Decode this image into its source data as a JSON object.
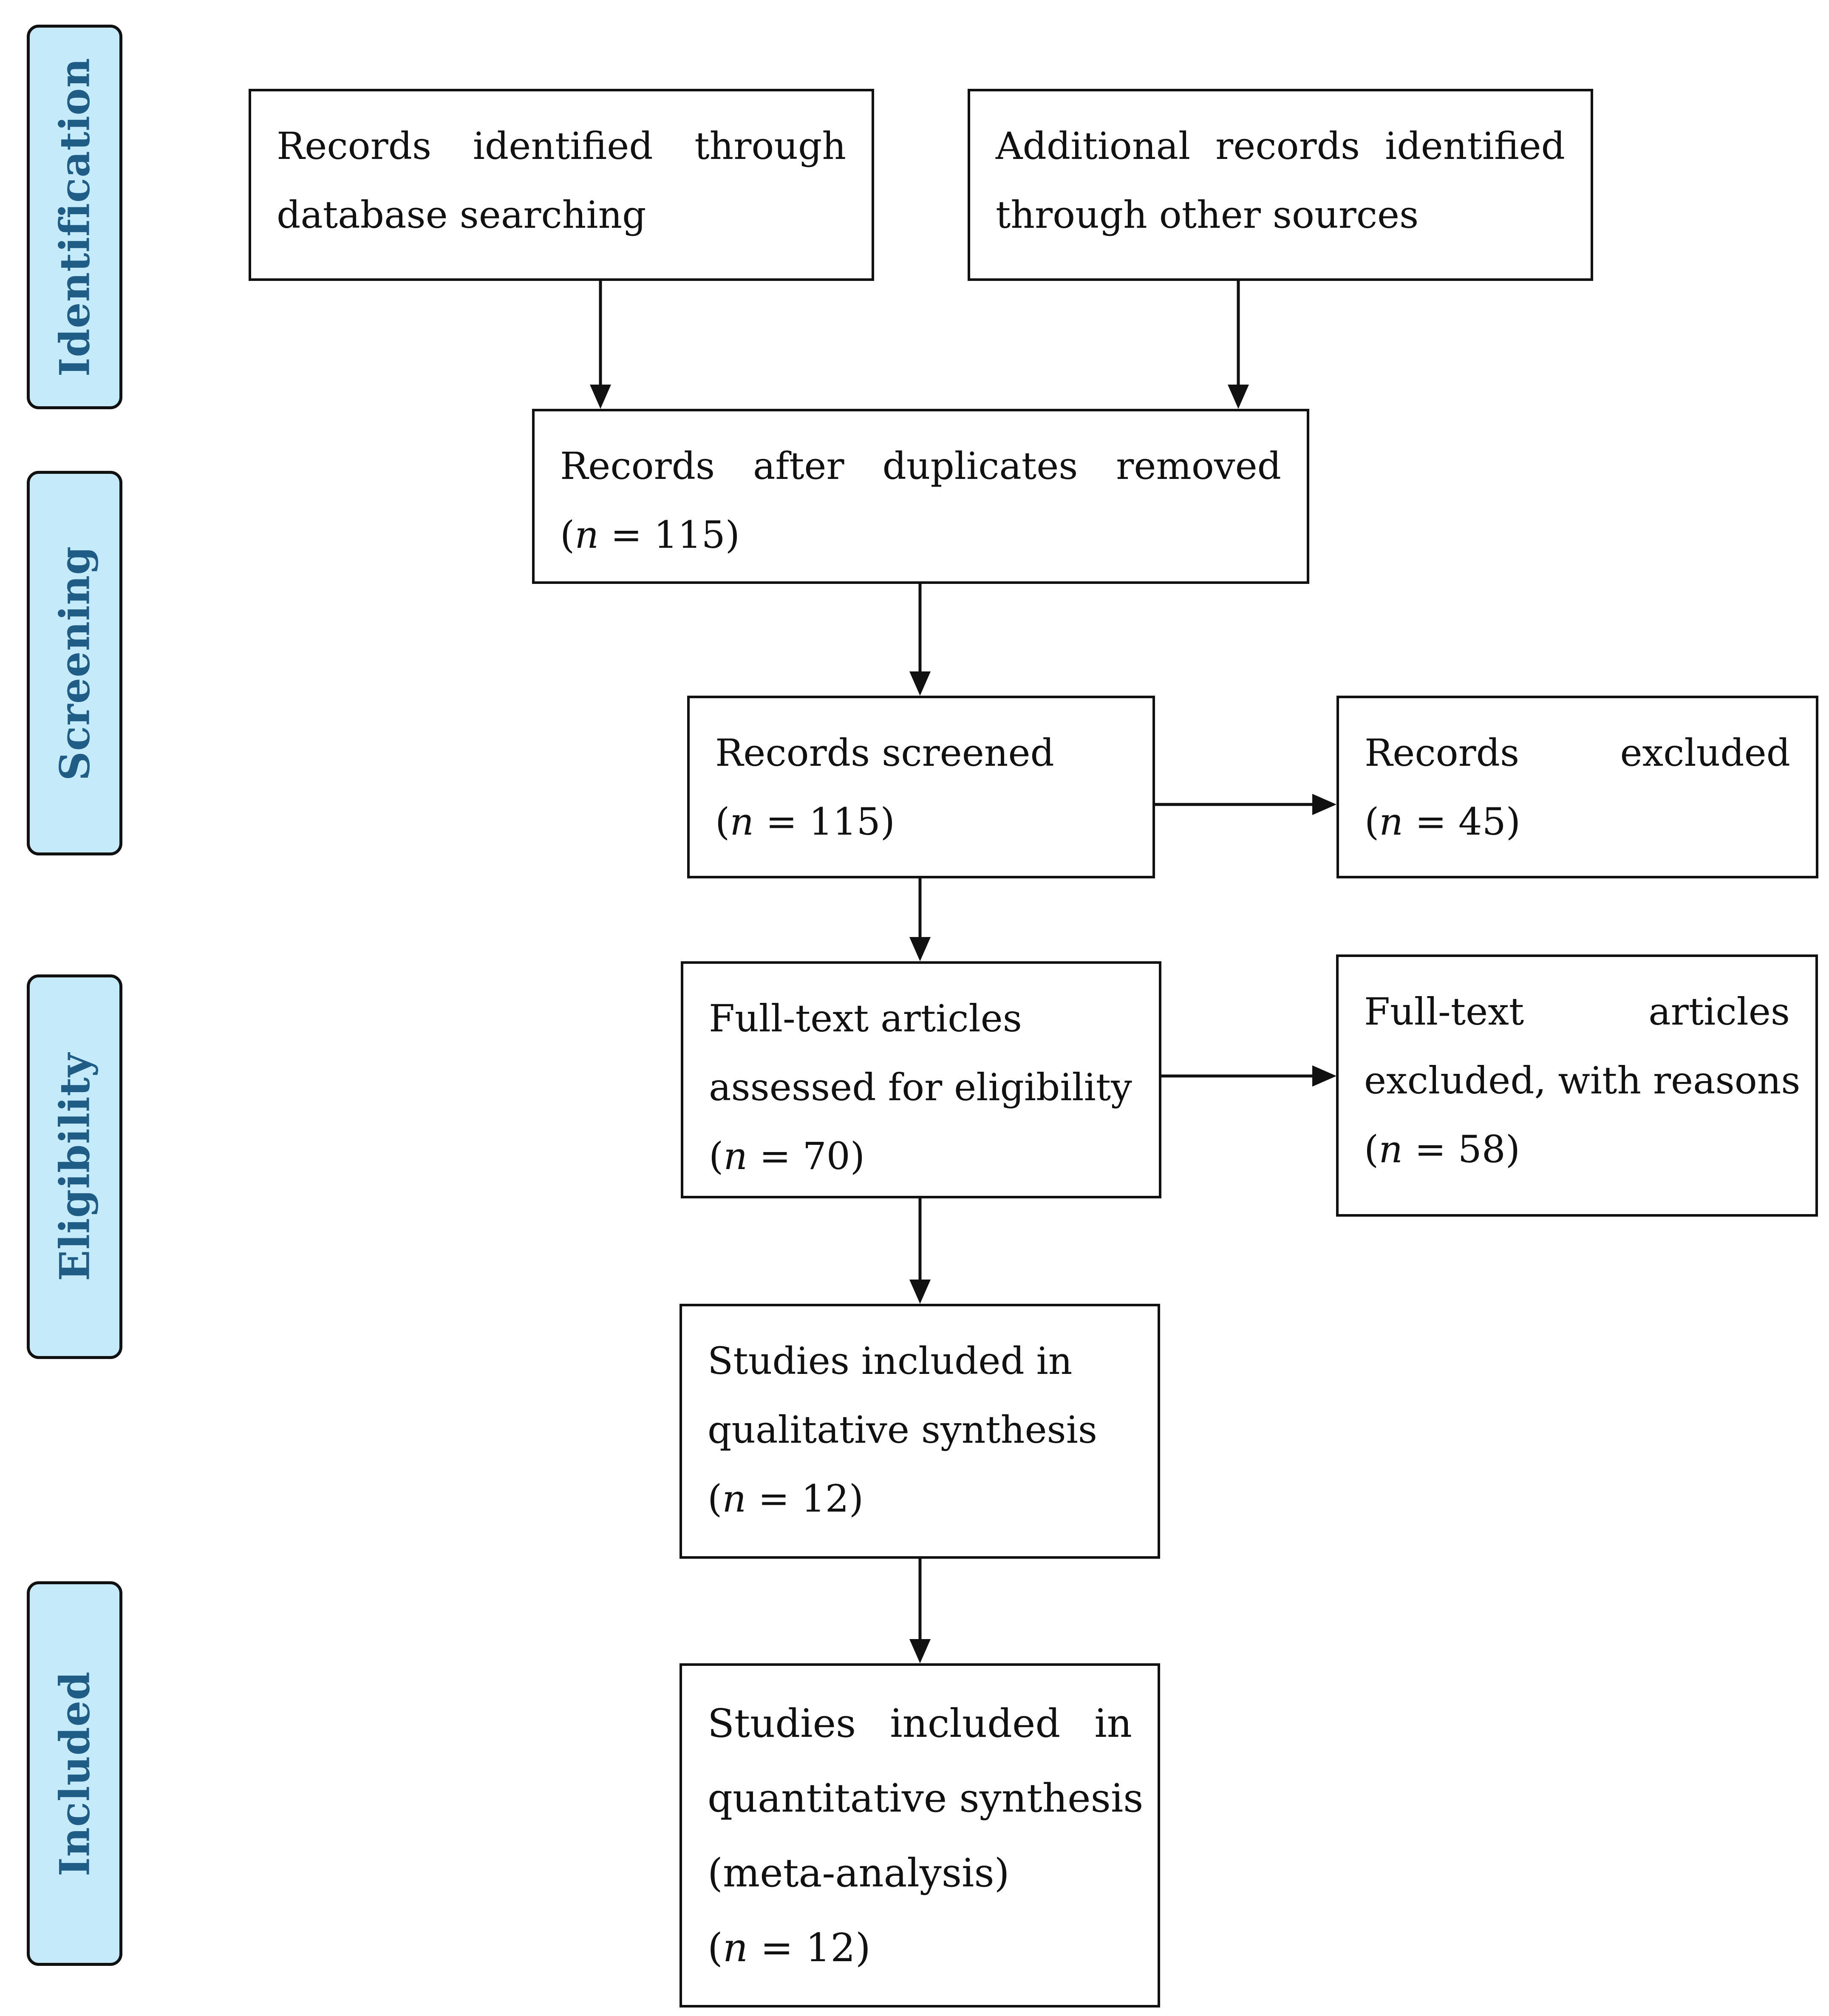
{
  "phases": {
    "identification": "Identification",
    "screening": "Screening",
    "eligibility": "Eligibility",
    "included": "Included"
  },
  "boxes": {
    "db_search": {
      "line1": "Records identified through",
      "line2": "database searching"
    },
    "other_sources": {
      "line1": "Additional records identified",
      "line2": "through other sources"
    },
    "duplicates_removed": {
      "line1": "Records after duplicates removed",
      "n_prefix": "(",
      "n_var": "n",
      "n_rest": " = 115)"
    },
    "screened": {
      "line1": "Records screened",
      "n_prefix": "(",
      "n_var": "n",
      "n_rest": " = 115)"
    },
    "excluded": {
      "line1": "Records excluded",
      "n_prefix": "(",
      "n_var": "n",
      "n_rest": " = 45)"
    },
    "fulltext_assessed": {
      "line1": "Full-text articles",
      "line2": "assessed for eligibility",
      "n_prefix": "(",
      "n_var": "n",
      "n_rest": " = 70)"
    },
    "fulltext_excluded": {
      "line1": "Full-text articles",
      "line2": "excluded, with reasons",
      "n_prefix": "(",
      "n_var": "n",
      "n_rest": " = 58)"
    },
    "qualitative": {
      "line1": "Studies included in",
      "line2": "qualitative synthesis",
      "n_prefix": "(",
      "n_var": "n",
      "n_rest": " = 12)"
    },
    "quantitative": {
      "line1": "Studies included in",
      "line2": "quantitative synthesis",
      "line3": "(meta-analysis)",
      "n_prefix": "(",
      "n_var": "n",
      "n_rest": " = 12)"
    }
  }
}
